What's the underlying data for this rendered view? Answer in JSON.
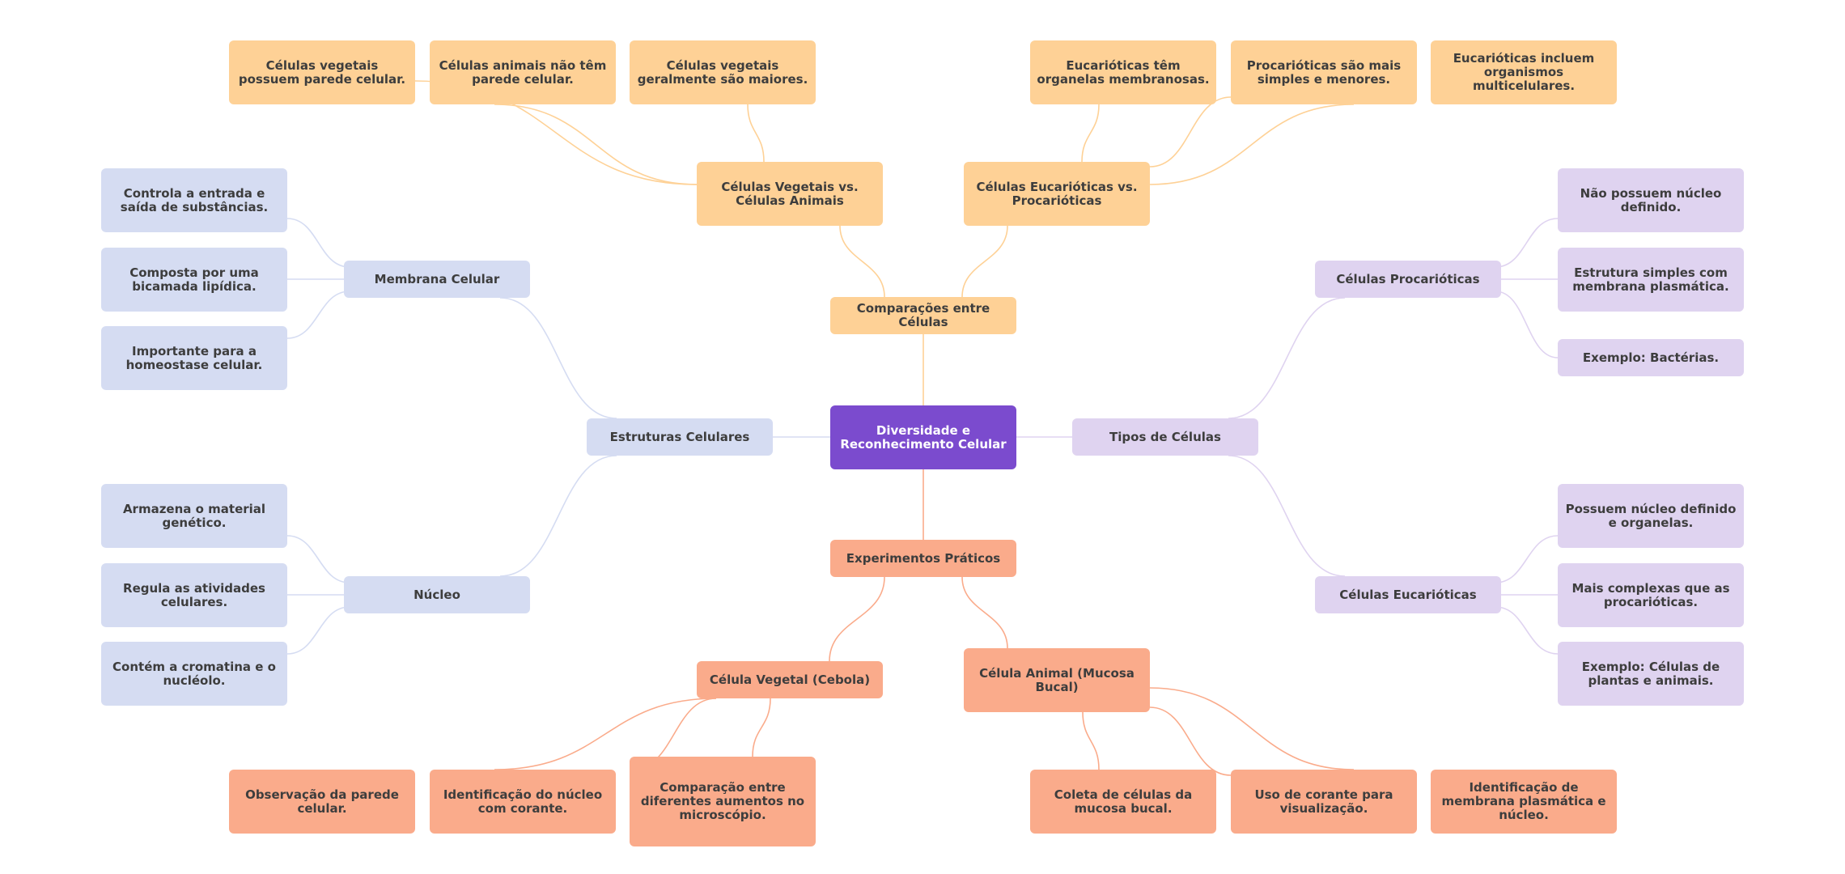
{
  "colors": {
    "root": "#7b4bce",
    "structure": "#d5dcf2",
    "types": "#dfd3f0",
    "comparisons": "#fed196",
    "experiments": "#faab8b",
    "link_structure": "#d5dcf2",
    "link_types": "#dfd3f0",
    "link_comparisons": "#fed196",
    "link_experiments": "#faab8b"
  },
  "mindmap": {
    "root": {
      "label": "Diversidade e Reconhecimento Celular"
    },
    "branches": [
      {
        "id": "estruturas",
        "label": "Estruturas Celulares",
        "color_key": "structure",
        "children": [
          {
            "id": "membrana",
            "label": "Membrana Celular",
            "children": [
              "Controla a entrada e saída de substâncias.",
              "Composta por uma bicamada lipídica.",
              "Importante para a homeostase celular."
            ]
          },
          {
            "id": "nucleo",
            "label": "Núcleo",
            "children": [
              "Armazena o material genético.",
              "Regula as atividades celulares.",
              "Contém a cromatina e o nucléolo."
            ]
          }
        ]
      },
      {
        "id": "tipos",
        "label": "Tipos de Células",
        "color_key": "types",
        "children": [
          {
            "id": "procarioticas",
            "label": "Células Procarióticas",
            "children": [
              "Não possuem núcleo definido.",
              "Estrutura simples com membrana plasmática.",
              "Exemplo: Bactérias."
            ]
          },
          {
            "id": "eucarioticas",
            "label": "Células Eucarióticas",
            "children": [
              "Possuem núcleo definido e organelas.",
              "Mais complexas que as procarióticas.",
              "Exemplo: Células de plantas e animais."
            ]
          }
        ]
      },
      {
        "id": "comparacoes",
        "label": "Comparações entre Células",
        "color_key": "comparisons",
        "children": [
          {
            "id": "veg_vs_ani",
            "label": "Células Vegetais vs. Células Animais",
            "children": [
              "Células vegetais possuem parede celular.",
              "Células animais não têm parede celular.",
              "Células vegetais geralmente são maiores."
            ]
          },
          {
            "id": "euc_vs_pro",
            "label": "Células Eucarióticas vs. Procarióticas",
            "children": [
              "Eucarióticas têm organelas membranosas.",
              "Procarióticas são mais simples e menores.",
              "Eucarióticas incluem organismos multicelulares."
            ]
          }
        ]
      },
      {
        "id": "experimentos",
        "label": "Experimentos Práticos",
        "color_key": "experiments",
        "children": [
          {
            "id": "cebola",
            "label": "Célula Vegetal (Cebola)",
            "children": [
              "Observação da parede celular.",
              "Identificação do núcleo com corante.",
              "Comparação entre diferentes aumentos no microscópio."
            ]
          },
          {
            "id": "mucosa",
            "label": "Célula Animal (Mucosa Bucal)",
            "children": [
              "Coleta de células da mucosa bucal.",
              "Uso de corante para visualização.",
              "Identificação de membrana plasmática e núcleo."
            ]
          }
        ]
      }
    ]
  }
}
